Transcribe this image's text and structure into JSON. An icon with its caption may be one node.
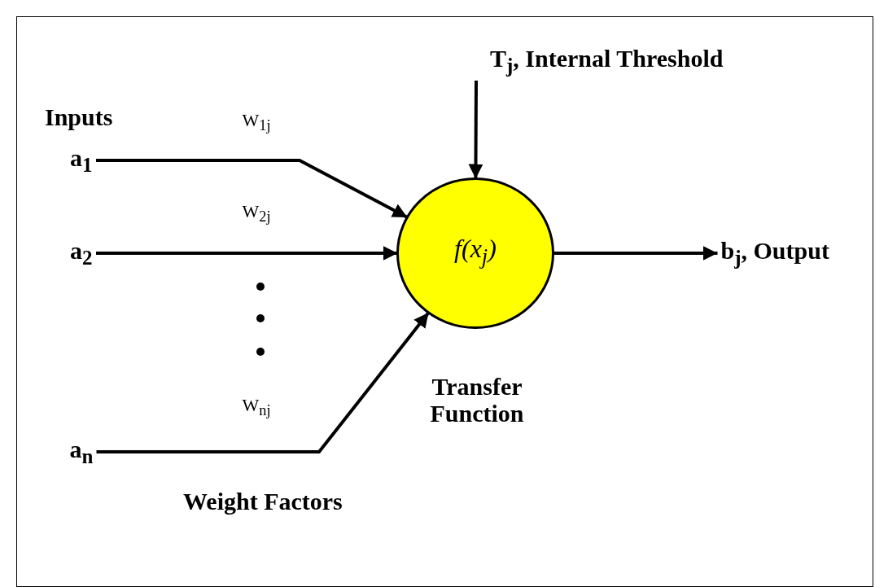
{
  "diagram": {
    "nodes": [
      {
        "text": [
          "a$_{1}$"
        ]
      },
      {
        "text": [
          "a$_{2}$"
        ]
      },
      {
        "text": [
          "a$_{n}$"
        ]
      },
      {
        "text": [
          "f(x$_{j}$)"
        ],
        "beside": [
          "Transfer Function"
        ]
      },
      {
        "text": [
          "T$_{j}$, Internal Threshold"
        ]
      },
      {
        "text": [
          "b$_{j}$, Output"
        ]
      }
    ],
    "edges": [
      {
        "from": 0,
        "to": 3,
        "arrow": "to",
        "label": "W$_{1j}$"
      },
      {
        "from": 1,
        "to": 3,
        "arrow": "to",
        "label": "W$_{2j}$"
      },
      {
        "from": 2,
        "to": 3,
        "arrow": "to",
        "label": "W$_{nj}$"
      },
      {
        "from": 4,
        "to": 3,
        "arrow": "to"
      },
      {
        "from": 3,
        "to": 5,
        "arrow": "to"
      }
    ],
    "labels": [
      "Inputs",
      "Weight Factors"
    ]
  }
}
